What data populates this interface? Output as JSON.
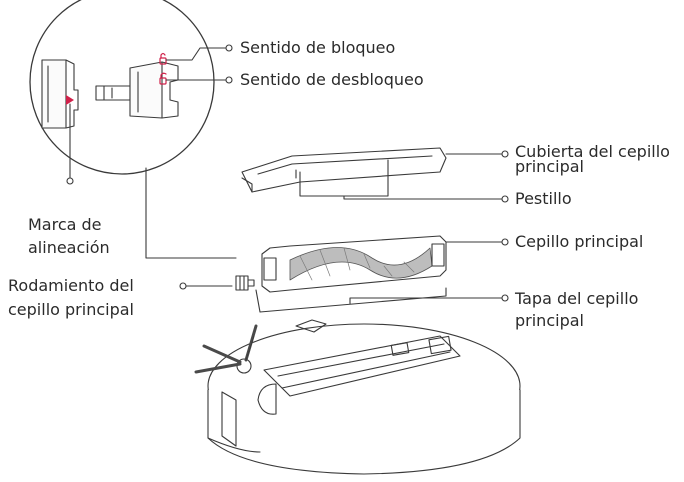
{
  "labels": {
    "lock_direction": "Sentido de bloqueo",
    "unlock_direction": "Sentido de desbloqueo",
    "brush_cover_line1": "Cubierta del cepillo",
    "brush_cover_line2": "principal",
    "latch": "Pestillo",
    "alignment_mark_line1": "Marca de",
    "alignment_mark_line2": "alineación",
    "main_brush": "Cepillo principal",
    "brush_bearing_line1": "Rodamiento del",
    "brush_bearing_line2": "cepillo principal",
    "brush_cap_line1": "Tapa del cepillo",
    "brush_cap_line2": "principal"
  },
  "colors": {
    "line": "#3a3a3a",
    "text": "#2b2b2b",
    "accent_mark": "#d0214a"
  }
}
